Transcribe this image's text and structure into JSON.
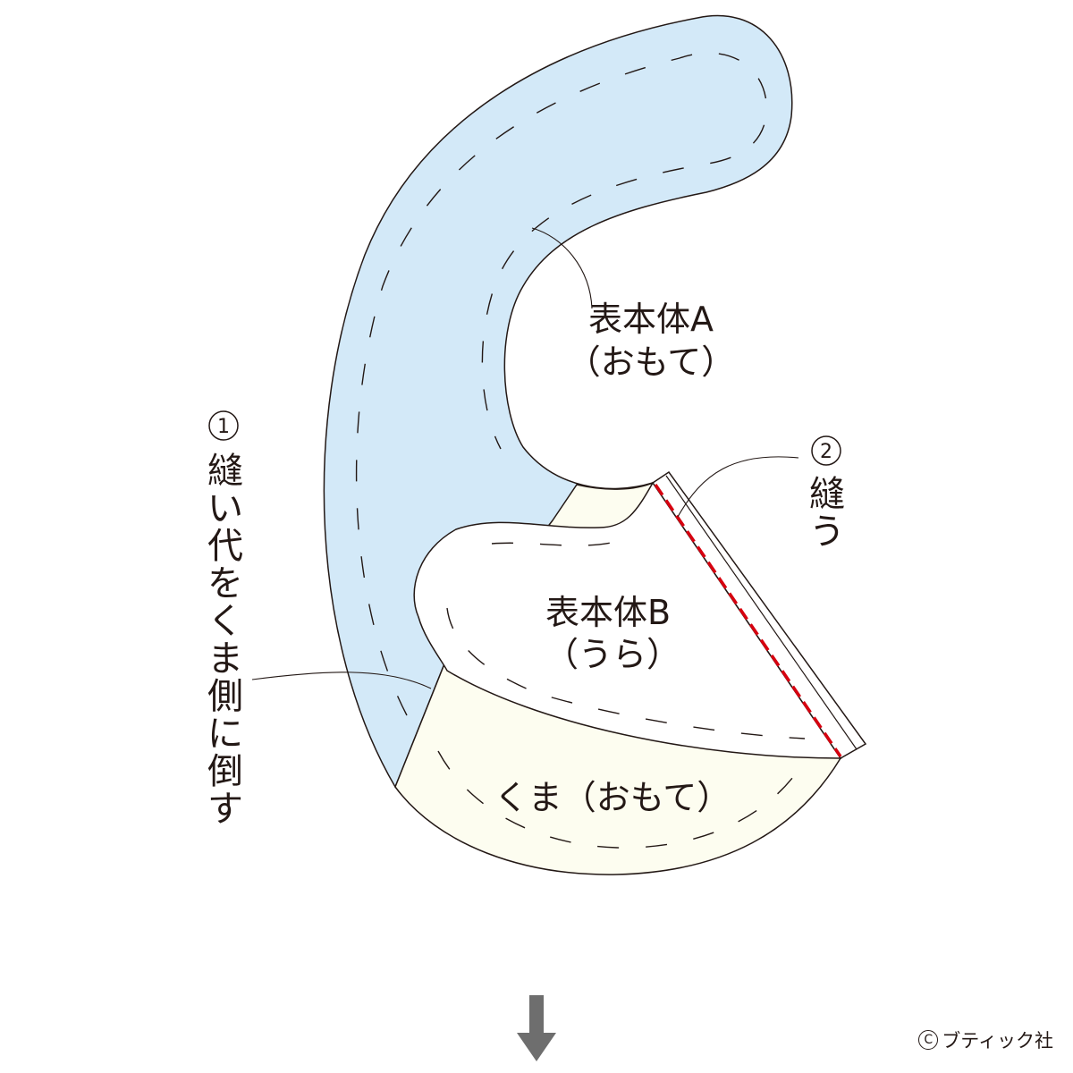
{
  "pieces": {
    "body_a": {
      "name": "表本体A",
      "side": "（おもて）",
      "fill": "#d3e9f8"
    },
    "body_b": {
      "name": "表本体B",
      "side": "（うら）",
      "fill": "#ffffff"
    },
    "bear": {
      "label": "くま（おもて）",
      "fill": "#fdfdf0"
    }
  },
  "steps": {
    "step1": {
      "number": "1",
      "chars": [
        "縫",
        "い",
        "代",
        "を",
        "く",
        "ま",
        "側",
        "に",
        "倒",
        "す"
      ]
    },
    "step2": {
      "number": "2",
      "chars": [
        "縫",
        "う"
      ]
    }
  },
  "colors": {
    "outline": "#231815",
    "seam": "#d7000f",
    "arrow": "#6e6e6e"
  },
  "next_arrow_icon": "arrow-down-icon",
  "credit": {
    "copyright_icon": "copyright-icon",
    "symbol": "C",
    "text": "ブティック社"
  }
}
